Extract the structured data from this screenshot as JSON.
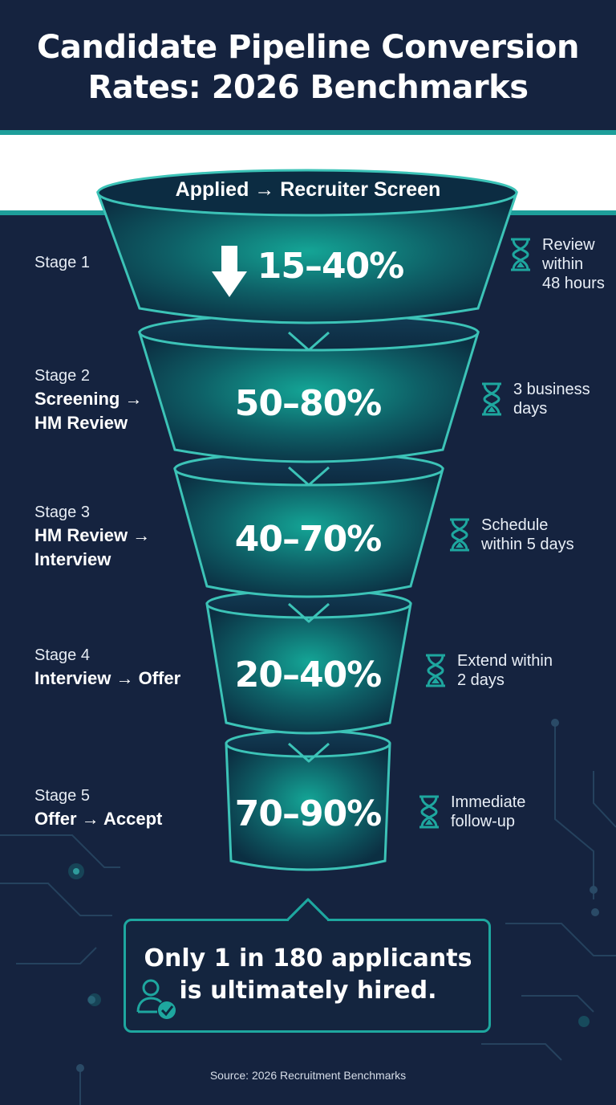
{
  "title_lines": [
    "Candidate Pipeline Conversion",
    "Rates: 2026 Benchmarks"
  ],
  "top_label": "Applied → Recruiter Screen",
  "stages": [
    {
      "number": "Stage 1",
      "name": "",
      "rate": "15–40%",
      "tip": "Review\nwithin\n48 hours"
    },
    {
      "number": "Stage 2",
      "name": "Screening →\nHM Review",
      "rate": "50–80%",
      "tip": "3 business\ndays"
    },
    {
      "number": "Stage 3",
      "name": "HM Review →\nInterview",
      "rate": "40–70%",
      "tip": "Schedule\nwithin 5 days"
    },
    {
      "number": "Stage 4",
      "name": "Interview → Offer",
      "rate": "20–40%",
      "tip": "Extend within\n2 days"
    },
    {
      "number": "Stage 5",
      "name": "Offer → Accept",
      "rate": "70–90%",
      "tip": "Immediate\nfollow-up"
    }
  ],
  "callout_lines": [
    "Only 1 in 180 applicants",
    "is ultimately hired."
  ],
  "source": "Source: 2026 Recruitment Benchmarks",
  "colors": {
    "background": "#15233f",
    "accent": "#1ea79f",
    "funnel_dark": "#0d3a48",
    "funnel_glow": "#13a094"
  },
  "icons": {
    "timing": "hourglass-icon",
    "flow": "down-arrow-icon",
    "callout": "user-check-icon"
  }
}
